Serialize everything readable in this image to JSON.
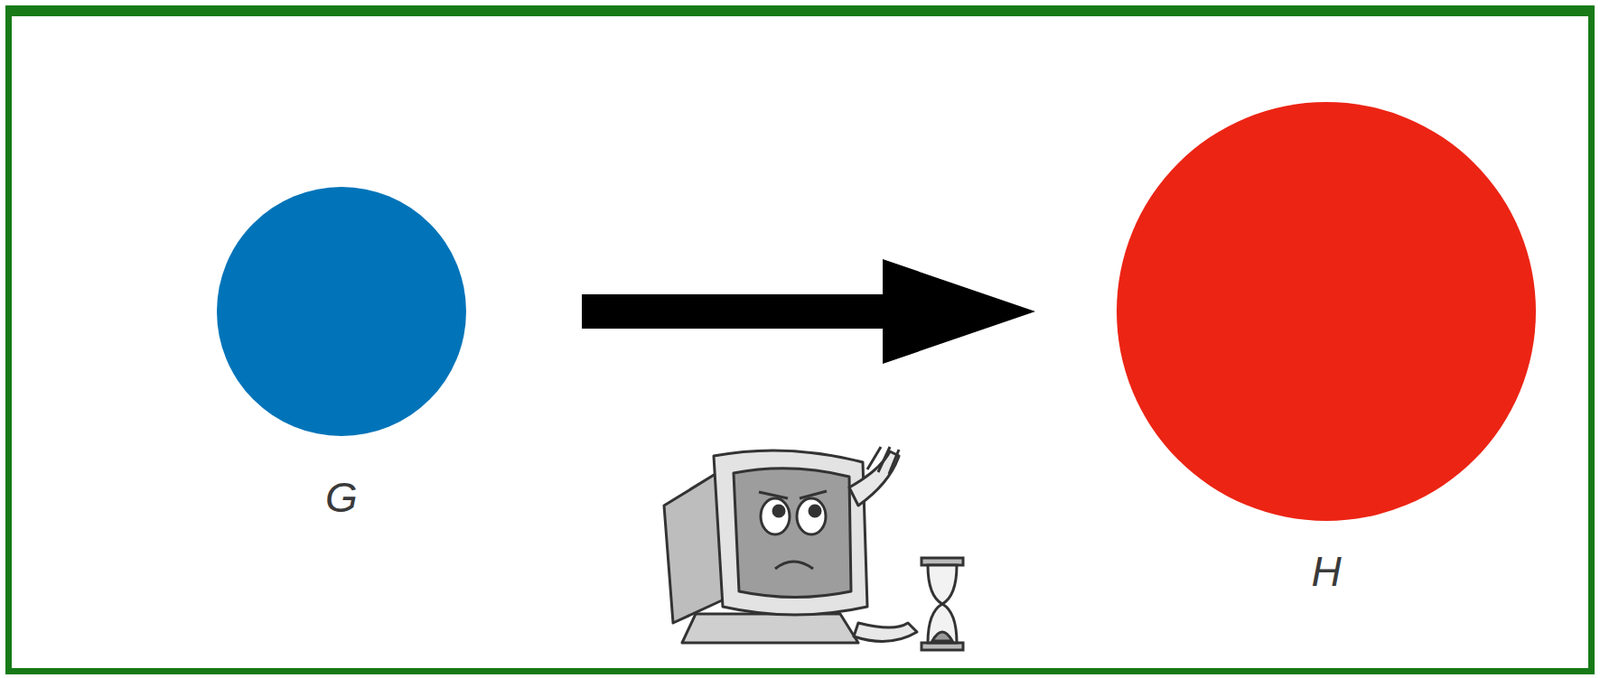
{
  "diagram": {
    "nodes": [
      {
        "text": [
          "G"
        ]
      },
      {
        "text": [
          "H"
        ]
      }
    ],
    "edges": [
      {
        "from": 0,
        "to": 1,
        "arrow": "to"
      }
    ]
  }
}
